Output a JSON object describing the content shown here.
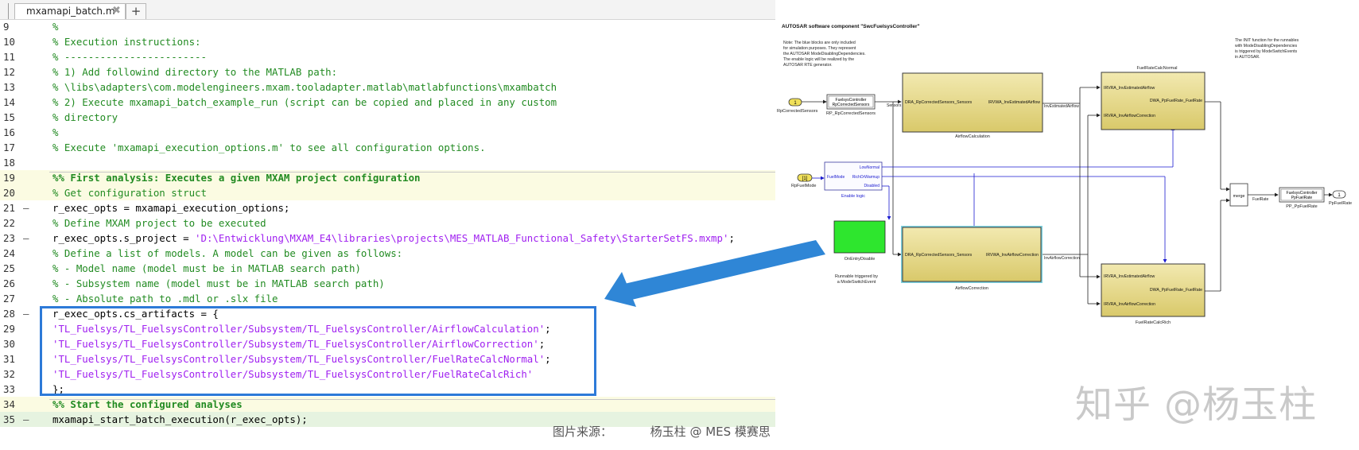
{
  "editor": {
    "tab_label": "mxamapi_batch.m",
    "tab_close": "✖",
    "tab_add": "+",
    "lines": [
      {
        "num": "9",
        "mark": "",
        "cls": "cmt",
        "text": "%"
      },
      {
        "num": "10",
        "mark": "",
        "cls": "cmt",
        "text": "% Execution instructions:"
      },
      {
        "num": "11",
        "mark": "",
        "cls": "cmt",
        "text": "% ------------------------"
      },
      {
        "num": "12",
        "mark": "",
        "cls": "cmt",
        "text": "% 1) Add followind directory to the MATLAB path:"
      },
      {
        "num": "13",
        "mark": "",
        "cls": "cmt",
        "text": "% \\libs\\adapters\\com.modelengineers.mxam.tooladapter.matlab\\matlabfunctions\\mxambatch"
      },
      {
        "num": "14",
        "mark": "",
        "cls": "cmt",
        "text": "% 2) Execute mxamapi_batch_example_run (script can be copied and placed in any custom"
      },
      {
        "num": "15",
        "mark": "",
        "cls": "cmt",
        "text": "% directory"
      },
      {
        "num": "16",
        "mark": "",
        "cls": "cmt",
        "text": "%"
      },
      {
        "num": "17",
        "mark": "",
        "cls": "cmt",
        "text": "% Execute 'mxamapi_execution_options.m' to see all configuration options."
      },
      {
        "num": "18",
        "mark": "",
        "cls": "cd",
        "text": ""
      },
      {
        "num": "19",
        "mark": "",
        "cls": "sec",
        "text": "%% First analysis: Executes a given MXAM project configuration"
      },
      {
        "num": "20",
        "mark": "",
        "cls": "cmt",
        "text": "% Get configuration struct"
      },
      {
        "num": "21",
        "mark": "–",
        "cls": "cd",
        "text": "r_exec_opts = mxamapi_execution_options;"
      },
      {
        "num": "22",
        "mark": "",
        "cls": "cmt",
        "text": "% Define MXAM project to be executed"
      },
      {
        "num": "23",
        "mark": "–",
        "cls": "mix",
        "pre": "r_exec_opts.s_project = ",
        "str": "'D:\\Entwicklung\\MXAM_E4\\libraries\\projects\\MES_MATLAB_Functional_Safety\\StarterSetFS.mxmp'",
        "post": ";"
      },
      {
        "num": "24",
        "mark": "",
        "cls": "cmt",
        "text": "% Define a list of models. A model can be given as follows:"
      },
      {
        "num": "25",
        "mark": "",
        "cls": "cmt",
        "text": "% - Model name (model must be in MATLAB search path)"
      },
      {
        "num": "26",
        "mark": "",
        "cls": "cmt",
        "text": "% - Subsystem name (model must be in MATLAB search path)"
      },
      {
        "num": "27",
        "mark": "",
        "cls": "cmt",
        "text": "% - Absolute path to .mdl or .slx file"
      },
      {
        "num": "28",
        "mark": "–",
        "cls": "cd",
        "text": "r_exec_opts.cs_artifacts = {"
      },
      {
        "num": "29",
        "mark": "",
        "cls": "mix",
        "pre": "",
        "str": "'TL_Fuelsys/TL_FuelsysController/Subsystem/TL_FuelsysController/AirflowCalculation'",
        "post": ";"
      },
      {
        "num": "30",
        "mark": "",
        "cls": "mix",
        "pre": "",
        "str": "'TL_Fuelsys/TL_FuelsysController/Subsystem/TL_FuelsysController/AirflowCorrection'",
        "post": ";"
      },
      {
        "num": "31",
        "mark": "",
        "cls": "mix",
        "pre": "",
        "str": "'TL_Fuelsys/TL_FuelsysController/Subsystem/TL_FuelsysController/FuelRateCalcNormal'",
        "post": ";"
      },
      {
        "num": "32",
        "mark": "",
        "cls": "mix",
        "pre": "",
        "str": "'TL_Fuelsys/TL_FuelsysController/Subsystem/TL_FuelsysController/FuelRateCalcRich'",
        "post": ""
      },
      {
        "num": "33",
        "mark": "",
        "cls": "cd",
        "text": "};"
      },
      {
        "num": "34",
        "mark": "",
        "cls": "sec",
        "text": "%% Start the configured analyses"
      },
      {
        "num": "35",
        "mark": "–",
        "cls": "cd",
        "text": "mxamapi_start_batch_execution(r_exec_opts);"
      }
    ]
  },
  "caption": "图片来源：          杨玉柱 @ MES 模赛思",
  "watermark": "知乎 @杨玉柱",
  "model": {
    "title": "AUTOSAR software component \"SwcFuelsysController\"",
    "note_left": [
      "Note: The blue blocks are only included",
      "for  simulation purposes. They represent",
      "the AUTOSAR ModeDisablingDependencies.",
      "The enable logic will be realized by the",
      "AUTOSAR RTE generator."
    ],
    "note_right": [
      "The INIT function for the runnables",
      "with ModeDisablingDependencies",
      "is triggered by ModeSwitchEvents",
      "in AUTOSAR."
    ],
    "inport1": {
      "num": "1",
      "label": "RpCorrectedSensors"
    },
    "inport2": {
      "num": "[1]",
      "label": "RpFuelMode"
    },
    "rp_block": {
      "lines": [
        "FuelsysController",
        "RpCorrectedSensors"
      ],
      "label": "RP_RpCorrectedSensors"
    },
    "sig_sensors": "Sensors",
    "enable_logic": {
      "in": "FuelMode",
      "outs": [
        "LowNormal",
        "RichOrWarmup",
        "Disabled"
      ],
      "label": "Enable logic"
    },
    "green_block": {
      "label": "OnEntryDisable"
    },
    "runnable_note": [
      "Runnable triggered by",
      "a ModeSwitchEvent"
    ],
    "airflow_calc": {
      "in": "DRA_RpCorrectedSensors_Sensors",
      "out": "IRVWA_InvEstimatedAirflow",
      "label": "AirflowCalculation"
    },
    "sig_inv_est": "InvEstimatedAirflow",
    "airflow_corr": {
      "in": "DRA_RpCorrectedSensors_Sensors",
      "out": "IRVWA_InvAirflowCorrection",
      "label": "AirflowCorrection"
    },
    "sig_inv_corr": "InvAirflowCorrection",
    "frc_normal": {
      "title": "FuelRateCalcNormal",
      "ins": [
        "IRVRA_InvEstimatedAirflow",
        "IRVRA_InvAirflowCorrection"
      ],
      "out": "DWA_PpFuelRate_FuelRate"
    },
    "frc_rich": {
      "title": "FuelRateCalcRich",
      "ins": [
        "IRVRA_InvEstimatedAirflow",
        "IRVRA_InvAirflowCorrection"
      ],
      "out": "DWA_PpFuelRate_FuelRate"
    },
    "merge": {
      "label": "merge"
    },
    "sig_fuelrate": "FuelRate",
    "pp_block": {
      "lines": [
        "FuelsysController",
        "PpFuelRate"
      ],
      "label": "PP_PpFuelRate"
    },
    "outport": {
      "num": "1",
      "label": "PpFuelRate"
    }
  },
  "colors": {
    "block_fill": "#e6d98a",
    "block_border": "#3a3a3a",
    "enable_text": "#1a1ad0",
    "green": "#2ee62e",
    "highlight_box": "#2d7ad8",
    "arrow": "#2f86d6",
    "inport_fill": "#f0e05a"
  }
}
